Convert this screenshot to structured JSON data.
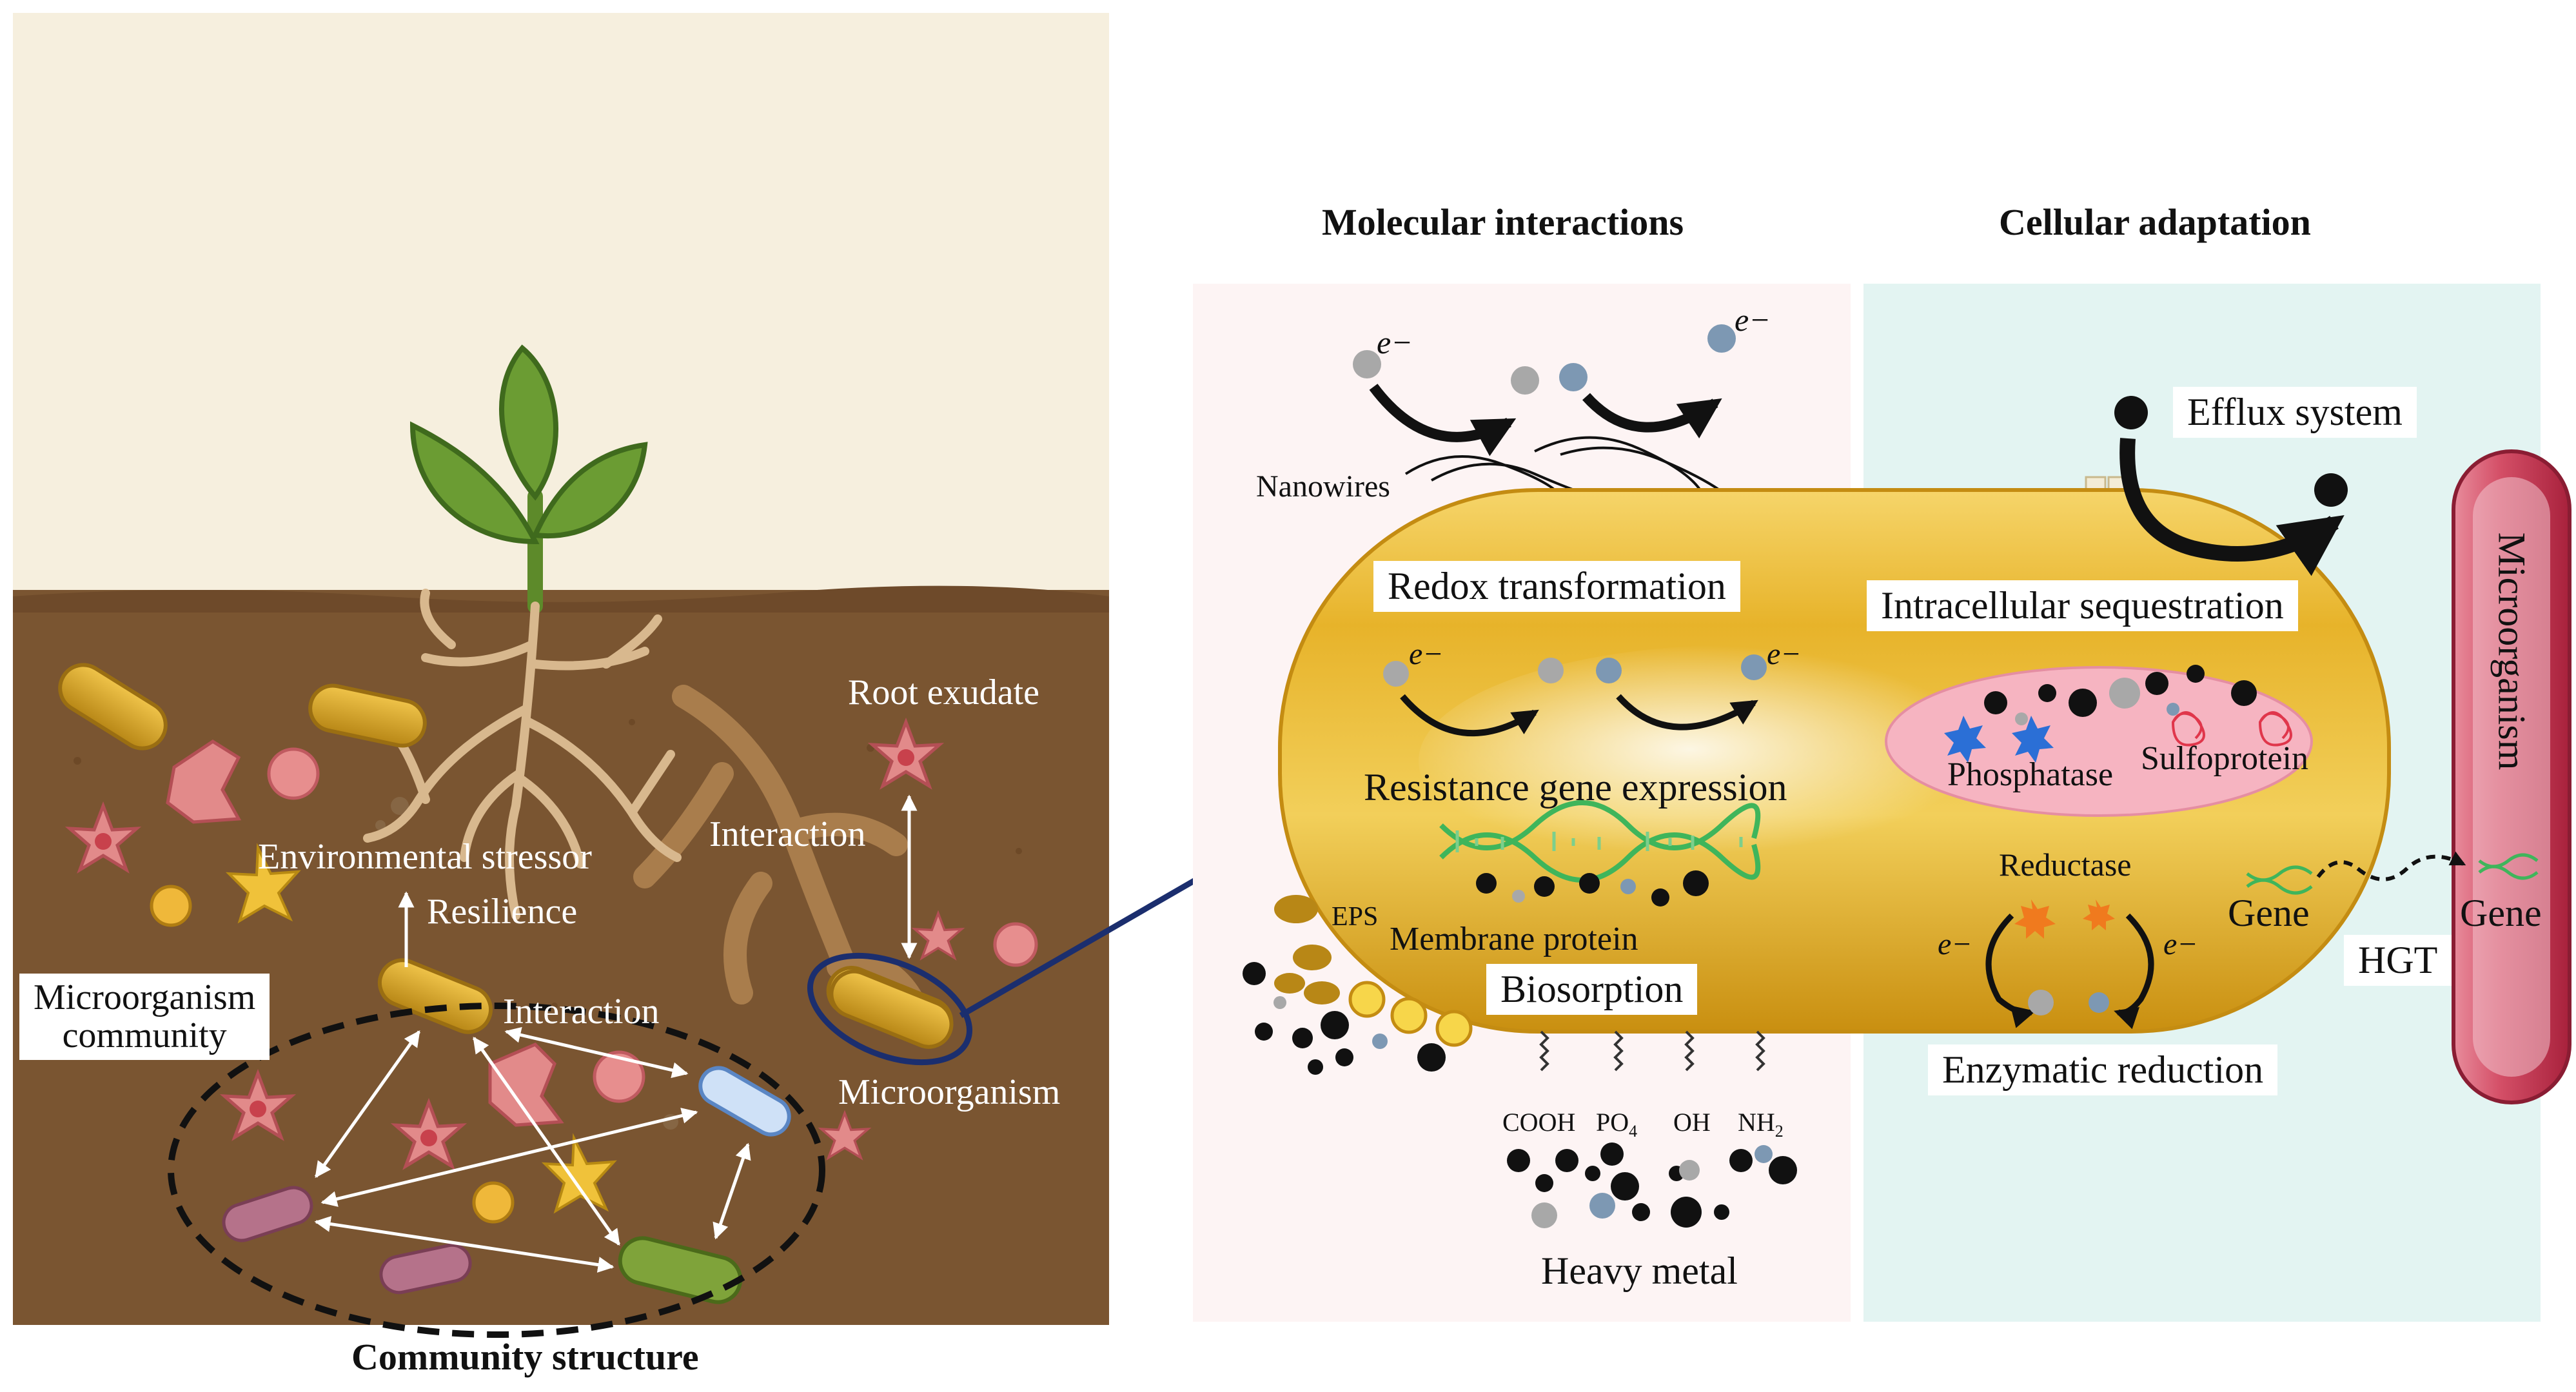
{
  "headings": {
    "community_structure": "Community structure",
    "molecular_interactions": "Molecular interactions",
    "cellular_adaptation": "Cellular adaptation"
  },
  "soil_panel": {
    "environmental_stressor": "Environmental stressor",
    "resilience": "Resilience",
    "root_exudate": "Root exudate",
    "interaction_top": "Interaction",
    "interaction_community": "Interaction",
    "microorganism_community": [
      "Microorganism",
      "community"
    ],
    "microorganism": "Microorganism"
  },
  "cell_panel": {
    "electron": "e−",
    "nanowires": "Nanowires",
    "redox_transformation": "Redox transformation",
    "resistance_gene_expression": "Resistance gene expression",
    "eps": "EPS",
    "membrane_protein": "Membrane protein",
    "biosorption": "Biosorption",
    "functional_groups": [
      "COOH",
      "PO",
      "OH",
      "NH"
    ],
    "functional_group_subscripts": [
      "",
      "4",
      "",
      "2"
    ],
    "heavy_metal": "Heavy metal",
    "efflux_system": "Efflux system",
    "intracellular_sequestration": "Intracellular sequestration",
    "phosphatase": "Phosphatase",
    "sulfoprotein": "Sulfoprotein",
    "reductase": "Reductase",
    "enzymatic_reduction": "Enzymatic reduction",
    "gene_left": "Gene",
    "gene_right": "Gene",
    "hgt": "HGT",
    "microorganism_vertical": "Microorganism"
  },
  "colors": {
    "sky": "#f6efde",
    "soil": "#7a5531",
    "molecular_bg": "#fdf4f4",
    "cellular_bg": "#e3f4f2",
    "cell_gold": "#e9b52a",
    "metal_black": "#111111",
    "metal_grey": "#a8a8a8",
    "metal_blue": "#7d98b3",
    "arrow_navy": "#1b2e6e",
    "dna_green": "#3fb55b",
    "sequestration_pink": "#f6b4c1",
    "neighbor_red": "#c9364f"
  }
}
